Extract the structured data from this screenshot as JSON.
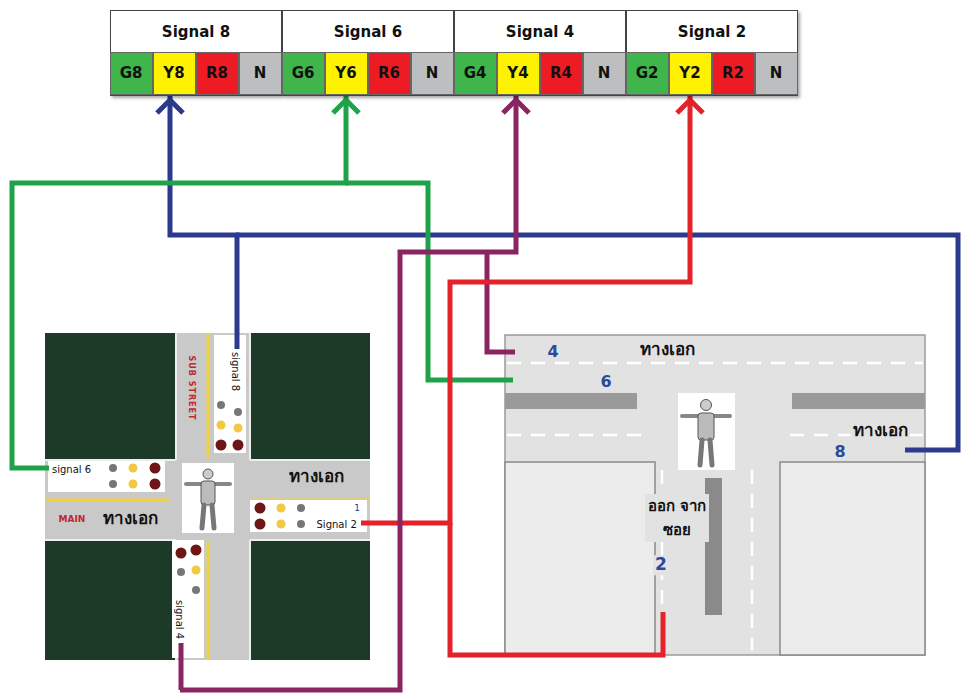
{
  "diagram": {
    "nodes": [
      {
        "text": [
          "Signal 8"
        ]
      },
      {
        "text": [
          "G8"
        ],
        "in": 0
      },
      {
        "text": [
          "Y8"
        ],
        "in": 0
      },
      {
        "text": [
          "R8"
        ],
        "in": 0
      },
      {
        "text": [
          "N"
        ],
        "in": 0
      },
      {
        "text": [
          "Signal 6"
        ]
      },
      {
        "text": [
          "G6"
        ],
        "in": 5
      },
      {
        "text": [
          "Y6"
        ],
        "in": 5
      },
      {
        "text": [
          "R6"
        ],
        "in": 5
      },
      {
        "text": [
          "N"
        ],
        "in": 5
      },
      {
        "text": [
          "Signal 4"
        ]
      },
      {
        "text": [
          "G4"
        ],
        "in": 10
      },
      {
        "text": [
          "Y4"
        ],
        "in": 10
      },
      {
        "text": [
          "R4"
        ],
        "in": 10
      },
      {
        "text": [
          "N"
        ],
        "in": 10
      },
      {
        "text": [
          "Signal 2"
        ]
      },
      {
        "text": [
          "G2"
        ],
        "in": 15
      },
      {
        "text": [
          "Y2"
        ],
        "in": 15
      },
      {
        "text": [
          "R2"
        ],
        "in": 15
      },
      {
        "text": [
          "N"
        ],
        "in": 15
      },
      {
        "text": [
          "signal 8"
        ]
      },
      {
        "text": [
          "signal 6"
        ]
      },
      {
        "text": [
          "Signal 2"
        ]
      },
      {
        "text": [
          "signal 4"
        ]
      }
    ],
    "edges": [
      {
        "from": 20,
        "to": 0,
        "arrow": "to"
      },
      {
        "from": 21,
        "to": 5,
        "arrow": "to"
      },
      {
        "from": 22,
        "to": 15,
        "arrow": "to"
      },
      {
        "from": 23,
        "to": 10,
        "arrow": "to"
      }
    ],
    "labels": [
      "SUB STREET",
      "ทางเอก",
      "MAIN",
      "ทางเอก",
      "1",
      "4",
      "ทางเอก",
      "6",
      "ทางเอก",
      "8",
      "ออก จากซอย",
      "2"
    ]
  }
}
